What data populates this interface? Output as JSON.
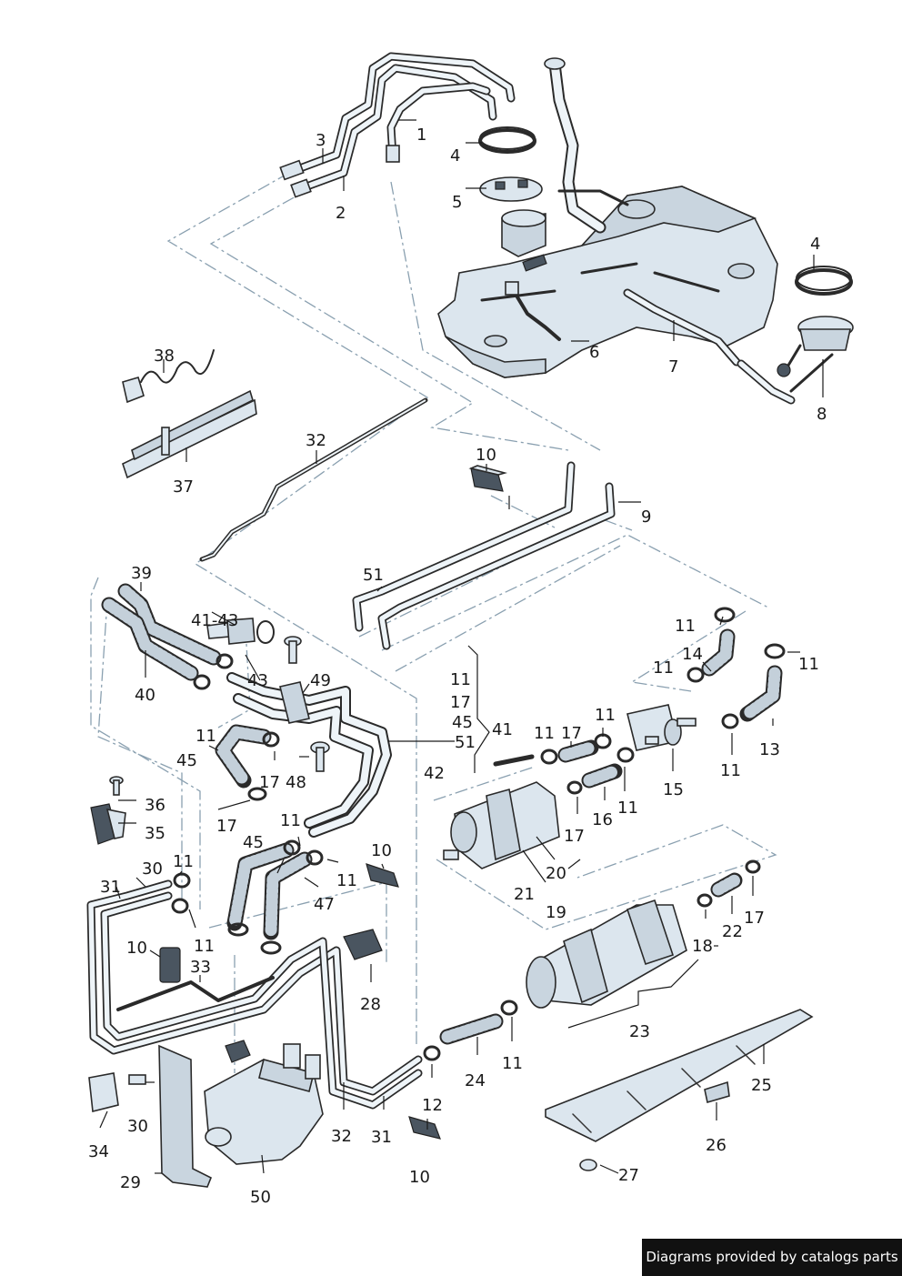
{
  "labels": [
    {
      "id": "l1",
      "text": "1"
    },
    {
      "id": "l2",
      "text": "2"
    },
    {
      "id": "l3",
      "text": "3"
    },
    {
      "id": "l4a",
      "text": "4"
    },
    {
      "id": "l4b",
      "text": "4"
    },
    {
      "id": "l5",
      "text": "5"
    },
    {
      "id": "l6",
      "text": "6"
    },
    {
      "id": "l7",
      "text": "7"
    },
    {
      "id": "l8",
      "text": "8"
    },
    {
      "id": "l9",
      "text": "9"
    },
    {
      "id": "l10a",
      "text": "10"
    },
    {
      "id": "l10b",
      "text": "10"
    },
    {
      "id": "l10c",
      "text": "10"
    },
    {
      "id": "l10d",
      "text": "10"
    },
    {
      "id": "l11a",
      "text": "11"
    },
    {
      "id": "l11b",
      "text": "11"
    },
    {
      "id": "l11c",
      "text": "11"
    },
    {
      "id": "l11d",
      "text": "11"
    },
    {
      "id": "l11e",
      "text": "11"
    },
    {
      "id": "l11f",
      "text": "11"
    },
    {
      "id": "l11g",
      "text": "11"
    },
    {
      "id": "l11h",
      "text": "11"
    },
    {
      "id": "l11i",
      "text": "11"
    },
    {
      "id": "l11j",
      "text": "11"
    },
    {
      "id": "l11k",
      "text": "11"
    },
    {
      "id": "l11l",
      "text": "11"
    },
    {
      "id": "l11m",
      "text": "11"
    },
    {
      "id": "l11n",
      "text": "11"
    },
    {
      "id": "l12",
      "text": "12"
    },
    {
      "id": "l13",
      "text": "13"
    },
    {
      "id": "l14",
      "text": "14"
    },
    {
      "id": "l15",
      "text": "15"
    },
    {
      "id": "l16",
      "text": "16"
    },
    {
      "id": "l17a",
      "text": "17"
    },
    {
      "id": "l17b",
      "text": "17"
    },
    {
      "id": "l17c",
      "text": "17"
    },
    {
      "id": "l17d",
      "text": "17"
    },
    {
      "id": "l17e",
      "text": "17"
    },
    {
      "id": "l17f",
      "text": "17"
    },
    {
      "id": "l18",
      "text": "18"
    },
    {
      "id": "l19",
      "text": "19"
    },
    {
      "id": "l20",
      "text": "20"
    },
    {
      "id": "l21",
      "text": "21"
    },
    {
      "id": "l22",
      "text": "22"
    },
    {
      "id": "l23",
      "text": "23"
    },
    {
      "id": "l24",
      "text": "24"
    },
    {
      "id": "l25",
      "text": "25"
    },
    {
      "id": "l26",
      "text": "26"
    },
    {
      "id": "l27",
      "text": "27"
    },
    {
      "id": "l28",
      "text": "28"
    },
    {
      "id": "l29",
      "text": "29"
    },
    {
      "id": "l30a",
      "text": "30"
    },
    {
      "id": "l30b",
      "text": "30"
    },
    {
      "id": "l31a",
      "text": "31"
    },
    {
      "id": "l31b",
      "text": "31"
    },
    {
      "id": "l32a",
      "text": "32"
    },
    {
      "id": "l32b",
      "text": "32"
    },
    {
      "id": "l33",
      "text": "33"
    },
    {
      "id": "l34",
      "text": "34"
    },
    {
      "id": "l35",
      "text": "35"
    },
    {
      "id": "l36",
      "text": "36"
    },
    {
      "id": "l37",
      "text": "37"
    },
    {
      "id": "l38",
      "text": "38"
    },
    {
      "id": "l39",
      "text": "39"
    },
    {
      "id": "l40",
      "text": "40"
    },
    {
      "id": "l41a",
      "text": "41"
    },
    {
      "id": "l41b",
      "text": "41-43"
    },
    {
      "id": "l42",
      "text": "42"
    },
    {
      "id": "l43",
      "text": "43"
    },
    {
      "id": "l45a",
      "text": "45"
    },
    {
      "id": "l45b",
      "text": "45"
    },
    {
      "id": "l45c",
      "text": "45"
    },
    {
      "id": "l47",
      "text": "47"
    },
    {
      "id": "l48",
      "text": "48"
    },
    {
      "id": "l49",
      "text": "49"
    },
    {
      "id": "l50",
      "text": "50"
    },
    {
      "id": "l51a",
      "text": "51"
    },
    {
      "id": "l51b",
      "text": "51"
    }
  ],
  "credit": "Diagrams provided by catalogs parts"
}
